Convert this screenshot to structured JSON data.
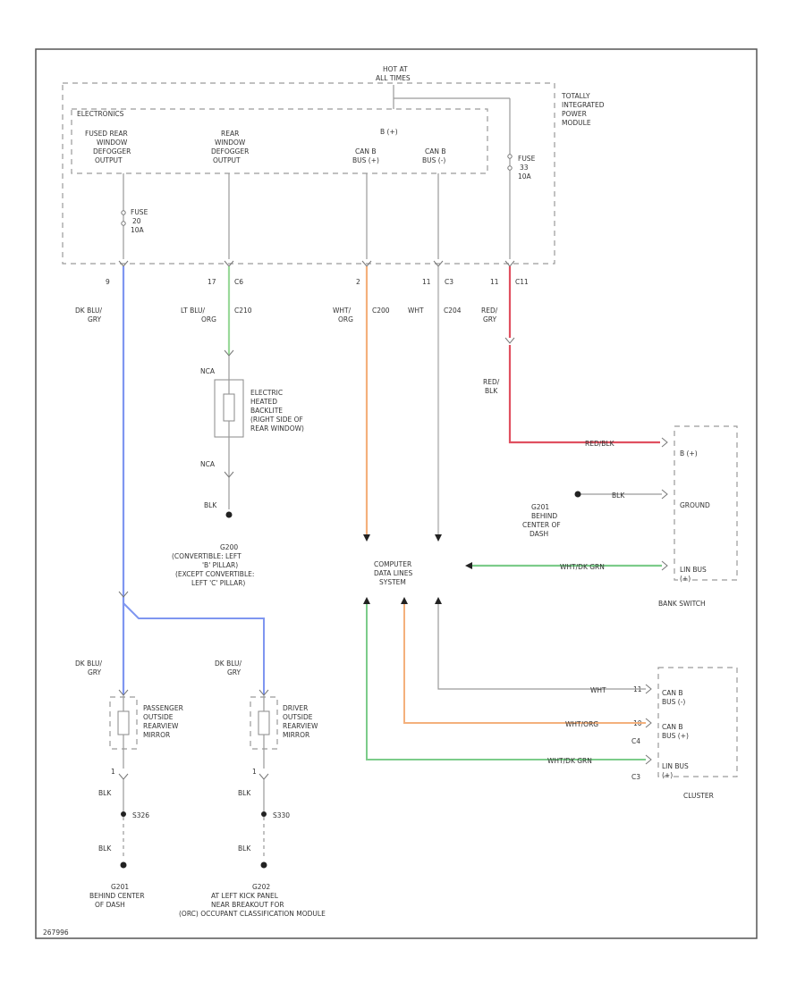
{
  "colors": {
    "frame": "#555555",
    "dashed_box": "#9a9a9a",
    "wire_dk_blu_gry": "#7f96f0",
    "wire_lt_blu_org": "#9ad99a",
    "wire_wht_org": "#f4b07c",
    "wire_wht": "#c8c8c8",
    "wire_red_gry": "#e05060",
    "wire_wht_dk_grn": "#7ccc8a",
    "ground": "#222222"
  },
  "tipm": {
    "hot_label_1": "HOT AT",
    "hot_label_2": "ALL TIMES",
    "name_1": "TOTALLY",
    "name_2": "INTEGRATED",
    "name_3": "POWER",
    "name_4": "MODULE",
    "electronics_label": "ELECTRONICS",
    "bplus": "B (+)",
    "fused_rear_1": "FUSED REAR",
    "fused_rear_2": "WINDOW",
    "fused_rear_3": "DEFOGGER",
    "fused_rear_4": "OUTPUT",
    "rear_window_1": "REAR",
    "rear_window_2": "WINDOW",
    "rear_window_3": "DEFOGGER",
    "rear_window_4": "OUTPUT",
    "canb_h_1": "CAN B",
    "canb_h_2": "BUS (+)",
    "canb_l_1": "CAN B",
    "canb_l_2": "BUS (-)",
    "fuse_left_1": "FUSE",
    "fuse_left_2": "20",
    "fuse_left_3": "10A",
    "fuse_right_1": "FUSE",
    "fuse_right_2": "33",
    "fuse_right_3": "10A"
  },
  "pins": {
    "p1": "9",
    "p2": "17",
    "p2c": "C6",
    "p3": "2",
    "p4": "11",
    "p4c": "C3",
    "p5": "11",
    "p5c": "C11"
  },
  "wires": {
    "dk_blu_1": "DK BLU/",
    "dk_blu_2": "GRY",
    "lt_blu_1": "LT BLU/",
    "lt_blu_2": "ORG",
    "lt_blu_conn": "C210",
    "wht_org_1": "WHT/",
    "wht_org_2": "ORG",
    "wht_org_conn": "C200",
    "wht": "WHT",
    "wht_conn": "C204",
    "red_gry_1": "RED/",
    "red_gry_2": "GRY",
    "red_blk_1": "RED/",
    "red_blk_2": "BLK",
    "red_blk_h": "RED/BLK",
    "blk": "BLK",
    "wht_dk_grn": "WHT/DK GRN",
    "dk_blu_lower_1": "DK BLU/",
    "dk_blu_lower_2": "GRY",
    "dk_blu_lower_b1": "DK BLU/",
    "dk_blu_lower_b2": "GRY",
    "blk_p1": "BLK",
    "blk_p2": "BLK",
    "blk_d1": "BLK",
    "blk_d2": "BLK",
    "c_wht": "WHT",
    "c_wht_org": "WHT/ORG",
    "c_wht_dk_grn": "WHT/DK GRN"
  },
  "backlite": {
    "nca_top": "NCA",
    "nca_bot": "NCA",
    "l1": "ELECTRIC",
    "l2": "HEATED",
    "l3": "BACKLITE",
    "l4": "(RIGHT SIDE OF",
    "l5": "REAR WINDOW)",
    "blk": "BLK"
  },
  "grounds": {
    "g200_1": "G200",
    "g200_2": "(CONVERTIBLE: LEFT",
    "g200_3": "'B' PILLAR)",
    "g200_4": "(EXCEPT CONVERTIBLE:",
    "g200_5": "LEFT 'C' PILLAR)",
    "g201_1": "G201",
    "g201_2": "BEHIND",
    "g201_3": "CENTER OF",
    "g201_4": "DASH",
    "g201b_1": "G201",
    "g201b_2": "BEHIND CENTER",
    "g201b_3": "OF DASH",
    "g202_1": "G202",
    "g202_2": "AT LEFT KICK PANEL",
    "g202_3": "NEAR BREAKOUT FOR",
    "g202_4": "(ORC) OCCUPANT CLASSIFICATION MODULE",
    "s326": "S326",
    "s330": "S330"
  },
  "cds": {
    "l1": "COMPUTER",
    "l2": "DATA LINES",
    "l3": "SYSTEM"
  },
  "bank_switch": {
    "bplus": "B (+)",
    "ground": "GROUND",
    "lin_1": "LIN BUS",
    "lin_2": "(+)",
    "name": "BANK SWITCH"
  },
  "cluster": {
    "canl_1": "CAN B",
    "canl_2": "BUS (-)",
    "canh_1": "CAN B",
    "canh_2": "BUS (+)",
    "lin_1": "LIN BUS",
    "lin_2": "(+)",
    "name": "CLUSTER",
    "pin_a": "11",
    "pin_b": "10",
    "pin_c": "C4",
    "pin_d": "C3"
  },
  "mirrors": {
    "pass_1": "PASSENGER",
    "pass_2": "OUTSIDE",
    "pass_3": "REARVIEW",
    "pass_4": "MIRROR",
    "drv_1": "DRIVER",
    "drv_2": "OUTSIDE",
    "drv_3": "REARVIEW",
    "drv_4": "MIRROR",
    "pin_p": "1",
    "pin_d": "1"
  },
  "footer": {
    "code": "267996"
  }
}
